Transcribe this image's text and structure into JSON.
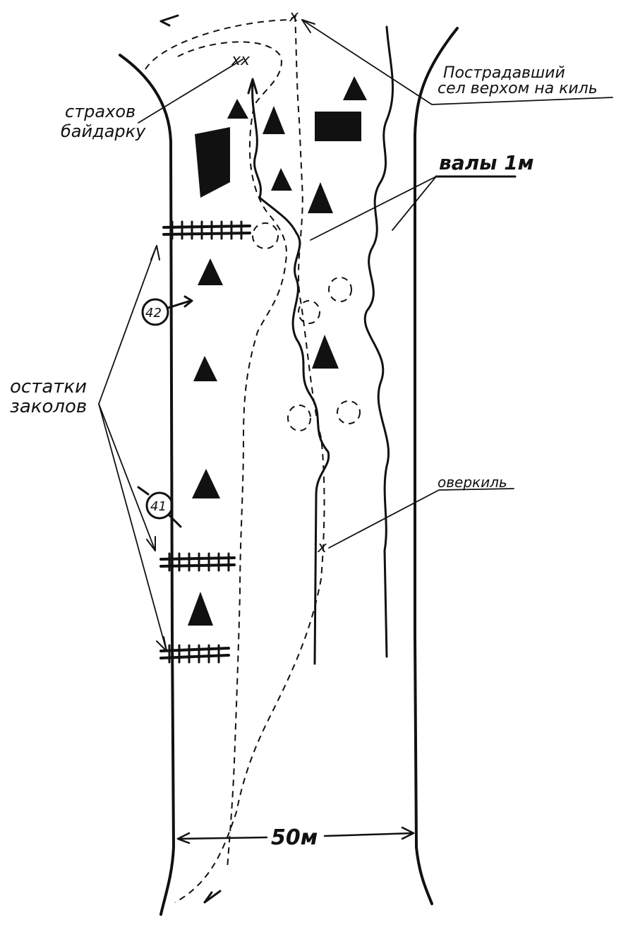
{
  "labels": {
    "safety": [
      "страхов",
      "байдарку"
    ],
    "victim": [
      "Пострадавший",
      "сел верхом на киль"
    ],
    "waves": "валы 1м",
    "stakes": [
      "остатки",
      "заколов"
    ],
    "overkil": "оверкиль",
    "width": "50м",
    "boat1": "41",
    "boat2": "42",
    "cross_marks": [
      "xx",
      "x",
      "x"
    ]
  },
  "icons": [
    "rock-triangle",
    "rock-rectangle",
    "stake-fence",
    "pit-circle",
    "boat-marker"
  ],
  "colors": {
    "ink": "#111111",
    "paper": "#ffffff"
  }
}
